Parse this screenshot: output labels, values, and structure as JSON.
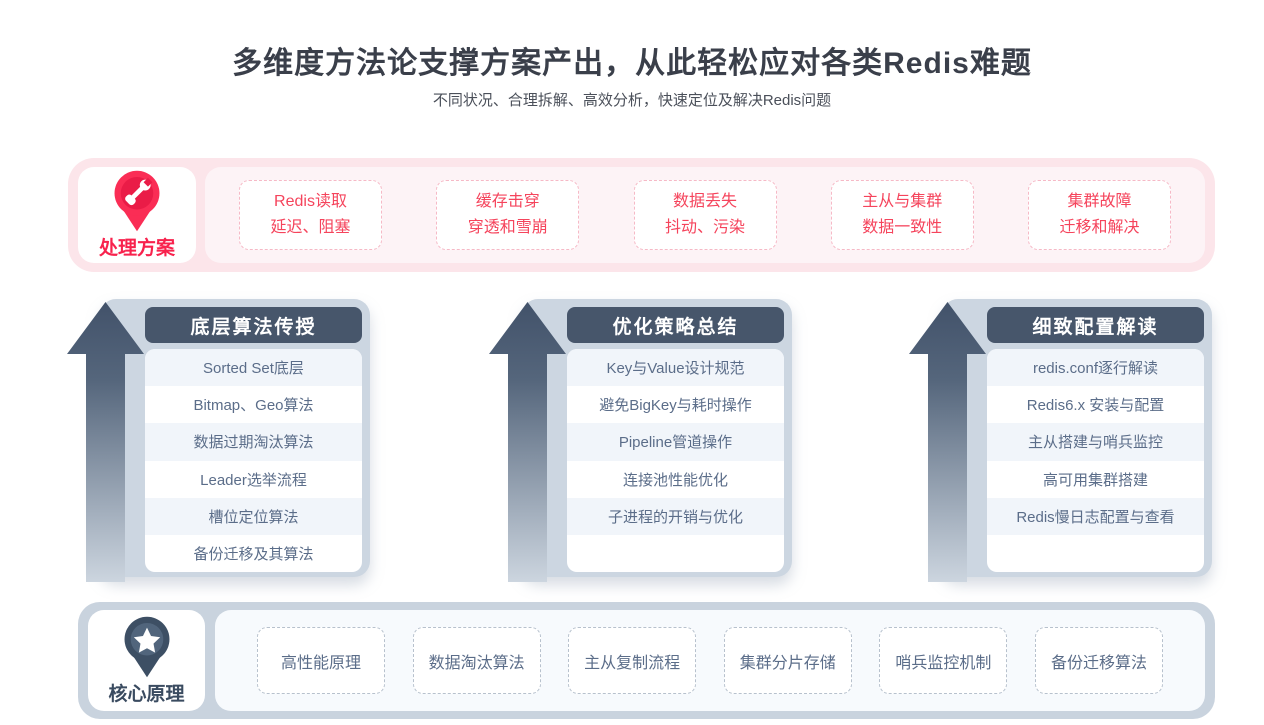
{
  "header": {
    "title": "多维度方法论支撑方案产出，从此轻松应对各类Redis难题",
    "subtitle": "不同状况、合理拆解、高效分析，快速定位及解决Redis问题"
  },
  "solutions_band": {
    "label": "处理方案",
    "icon": "wrench-pin-icon",
    "items": [
      {
        "line1": "Redis读取",
        "line2": "延迟、阻塞"
      },
      {
        "line1": "缓存击穿",
        "line2": "穿透和雪崩"
      },
      {
        "line1": "数据丢失",
        "line2": "抖动、污染"
      },
      {
        "line1": "主从与集群",
        "line2": "数据一致性"
      },
      {
        "line1": "集群故障",
        "line2": "迁移和解决"
      }
    ]
  },
  "columns": [
    {
      "header": "底层算法传授",
      "icon": "up-arrow-icon",
      "items": [
        "Sorted Set底层",
        "Bitmap、Geo算法",
        "数据过期淘汰算法",
        "Leader选举流程",
        "槽位定位算法",
        "备份迁移及其算法"
      ]
    },
    {
      "header": "优化策略总结",
      "icon": "up-arrow-icon",
      "items": [
        "Key与Value设计规范",
        "避免BigKey与耗时操作",
        "Pipeline管道操作",
        "连接池性能优化",
        "子进程的开销与优化"
      ]
    },
    {
      "header": "细致配置解读",
      "icon": "up-arrow-icon",
      "items": [
        "redis.conf逐行解读",
        "Redis6.x 安装与配置",
        "主从搭建与哨兵监控",
        "高可用集群搭建",
        "Redis慢日志配置与查看"
      ]
    }
  ],
  "core_band": {
    "label": "核心原理",
    "icon": "star-pin-icon",
    "items": [
      "高性能原理",
      "数据淘汰算法",
      "主从复制流程",
      "集群分片存储",
      "哨兵监控机制",
      "备份迁移算法"
    ]
  },
  "colors": {
    "title_text": "#3a3f4a",
    "accent_red": "#f8224d",
    "pink_band_bg": "#fce5ea",
    "pink_panel_bg": "#fdf3f6",
    "pink_tag_border": "#f6b9c6",
    "pin_red": "#fa2d55",
    "pin_red_inner": "#ea1c47",
    "slate_header_bg": "#47566b",
    "column_container_bg": "#ccd6e1",
    "list_alt_row_bg": "#f1f5fa",
    "item_text": "#5b6d89",
    "blue_band_bg": "#c9d3de",
    "blue_panel_bg": "#f7fafd",
    "blue_tag_border": "#b7c1cd",
    "pin_slate": "#3d4f64",
    "pin_slate_inner": "#51657c"
  }
}
